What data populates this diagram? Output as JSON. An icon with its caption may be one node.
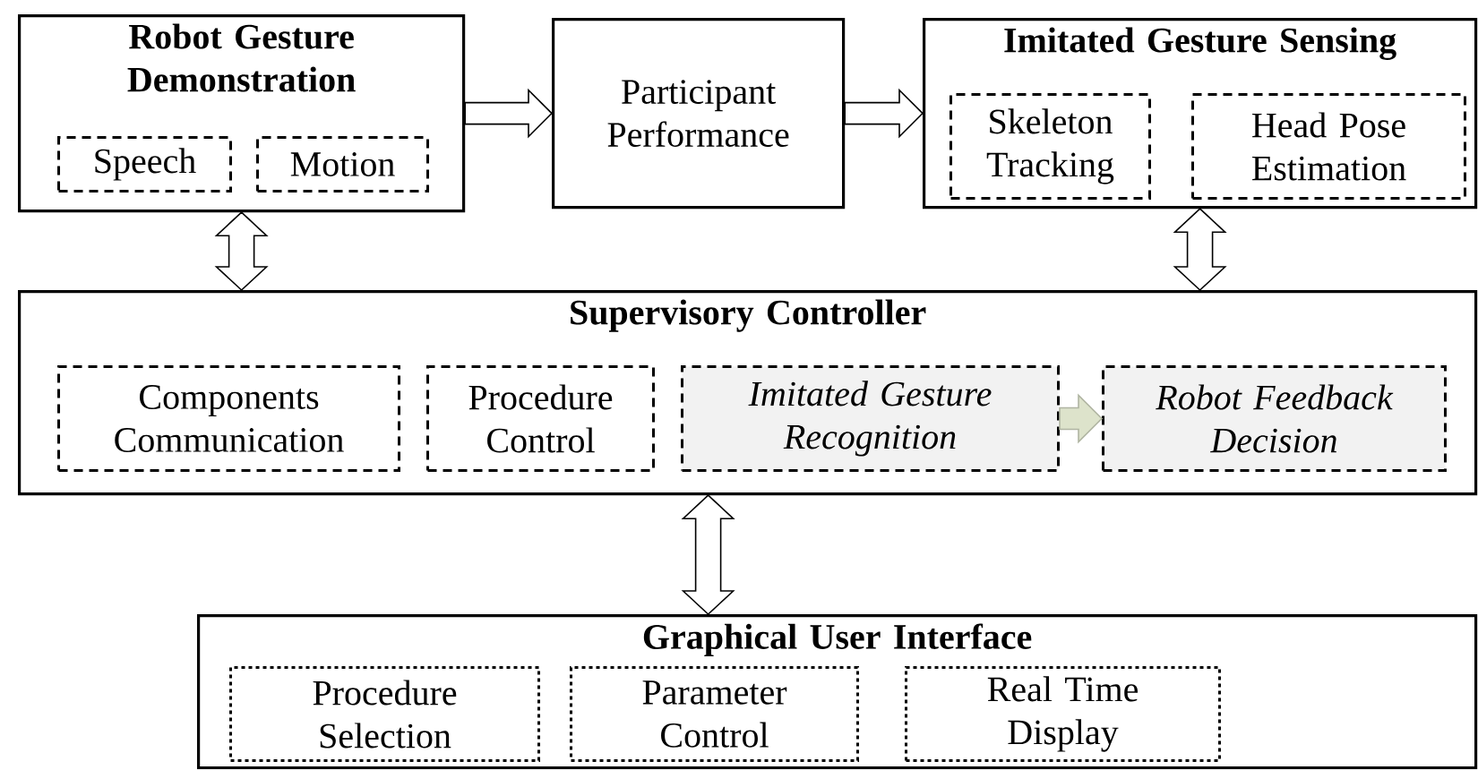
{
  "diagram": {
    "nodes": [
      {
        "text": [
          "Robot Gesture Demonstration"
        ]
      },
      {
        "text": [
          "Speech"
        ],
        "in": 0
      },
      {
        "text": [
          "Motion"
        ],
        "in": 0
      },
      {
        "text": [
          "Participant Performance"
        ]
      },
      {
        "text": [
          "Imitated Gesture Sensing"
        ]
      },
      {
        "text": [
          "Skeleton Tracking"
        ],
        "in": 4
      },
      {
        "text": [
          "Head Pose Estimation"
        ],
        "in": 4
      },
      {
        "text": [
          "Supervisory Controller"
        ]
      },
      {
        "text": [
          "Components Communication"
        ],
        "in": 7
      },
      {
        "text": [
          "Procedure Control"
        ],
        "in": 7
      },
      {
        "text": [
          "Imitated Gesture Recognition"
        ],
        "in": 7
      },
      {
        "text": [
          "Robot Feedback Decision"
        ],
        "in": 7
      },
      {
        "text": [
          "Graphical User Interface"
        ]
      },
      {
        "text": [
          "Procedure Selection"
        ],
        "in": 12
      },
      {
        "text": [
          "Parameter Control"
        ],
        "in": 12
      },
      {
        "text": [
          "Real Time Display"
        ],
        "in": 12
      }
    ],
    "edges": [
      {
        "from": 0,
        "to": 3,
        "arrow": "to"
      },
      {
        "from": 3,
        "to": 4,
        "arrow": "to"
      },
      {
        "from": 0,
        "to": 7,
        "arrow": "both"
      },
      {
        "from": 4,
        "to": 7,
        "arrow": "both"
      },
      {
        "from": 7,
        "to": 12,
        "arrow": "both"
      },
      {
        "from": 10,
        "to": 11,
        "arrow": "to",
        "color": "#dde3cb"
      }
    ]
  }
}
